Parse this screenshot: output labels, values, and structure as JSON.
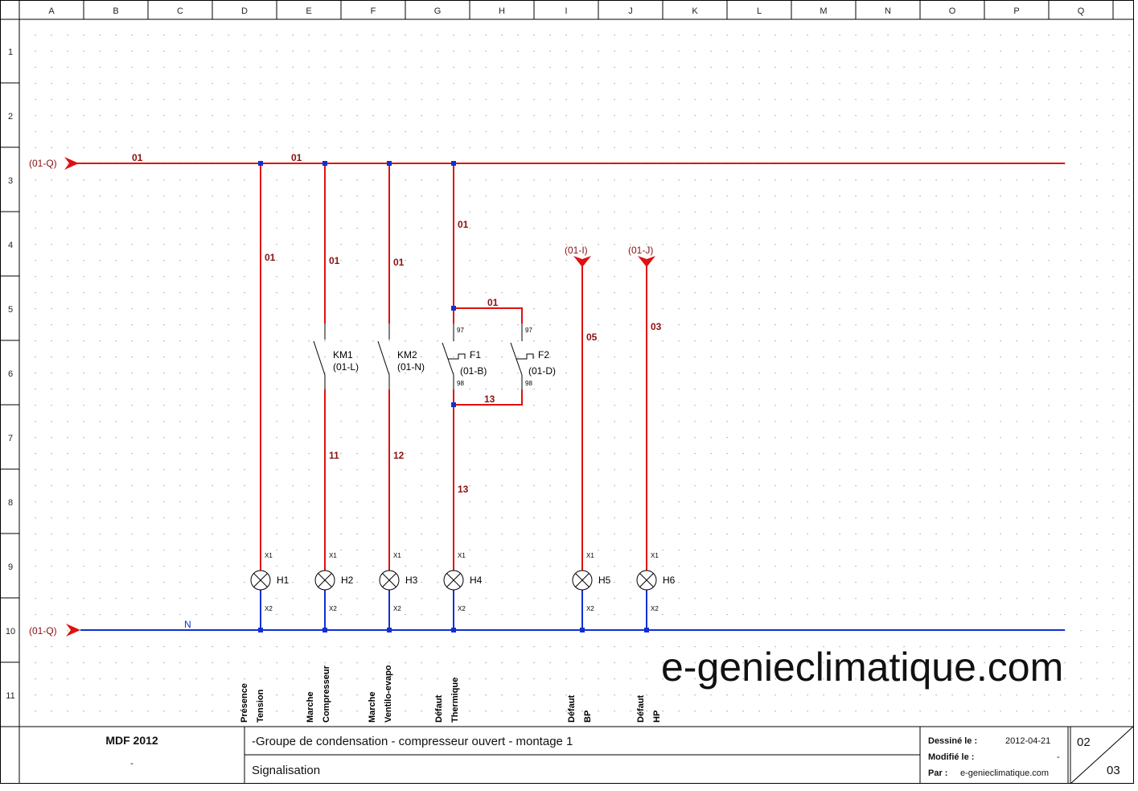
{
  "columns": [
    "A",
    "B",
    "C",
    "D",
    "E",
    "F",
    "G",
    "H",
    "I",
    "J",
    "K",
    "L",
    "M",
    "N",
    "O",
    "P",
    "Q"
  ],
  "rows": [
    "1",
    "2",
    "3",
    "4",
    "5",
    "6",
    "7",
    "8",
    "9",
    "10",
    "11"
  ],
  "colors": {
    "phase": "#e01010",
    "neutral": "#1030d0",
    "junction": "#1030d0",
    "ref_text": "#8b1010"
  },
  "refs": {
    "phase_in": "(01-Q)",
    "neutral_in": "(01-Q)",
    "feed_h5": "(01-I)",
    "feed_h6": "(01-J)",
    "km1": "(01-L)",
    "km2": "(01-N)",
    "f1": "(01-B)",
    "f2": "(01-D)"
  },
  "wires": {
    "bus_1": "01",
    "bus_2": "01",
    "h1": "01",
    "km1_top": "01",
    "km2_top": "01",
    "f_top": "01",
    "f_bridge": "01",
    "f_bottom": "13",
    "km1_bottom": "11",
    "km2_bottom": "12",
    "h4": "13",
    "h5": "05",
    "h6": "03",
    "neutral": "N"
  },
  "devices": {
    "km1": "KM1",
    "km2": "KM2",
    "f1": "F1",
    "f2": "F2",
    "pin_97": "97",
    "pin_98": "98",
    "lamp_x1": "X1",
    "lamp_x2": "X2",
    "lamps": [
      "H1",
      "H2",
      "H3",
      "H4",
      "H5",
      "H6"
    ]
  },
  "functions": [
    {
      "line1": "Présence",
      "line2": "Tension"
    },
    {
      "line1": "Marche",
      "line2": "Compresseur"
    },
    {
      "line1": "Marche",
      "line2": "Ventilo-evapo"
    },
    {
      "line1": "Défaut",
      "line2": "Thermique"
    },
    {
      "line1": "Défaut",
      "line2": "BP"
    },
    {
      "line1": "Défaut",
      "line2": "HP"
    }
  ],
  "brand": "e-genieclimatique.com",
  "title_block": {
    "project": "MDF 2012",
    "project_sub": "-",
    "title": "-Groupe de condensation - compresseur ouvert - montage 1",
    "subtitle": "Signalisation",
    "drawn_label": "Dessiné le :",
    "drawn_value": "2012-04-21",
    "modified_label": "Modifié le :",
    "modified_value": "-",
    "by_label": "Par :",
    "by_value": "e-genieclimatique.com",
    "sheet": "02",
    "sheet_total": "03"
  }
}
